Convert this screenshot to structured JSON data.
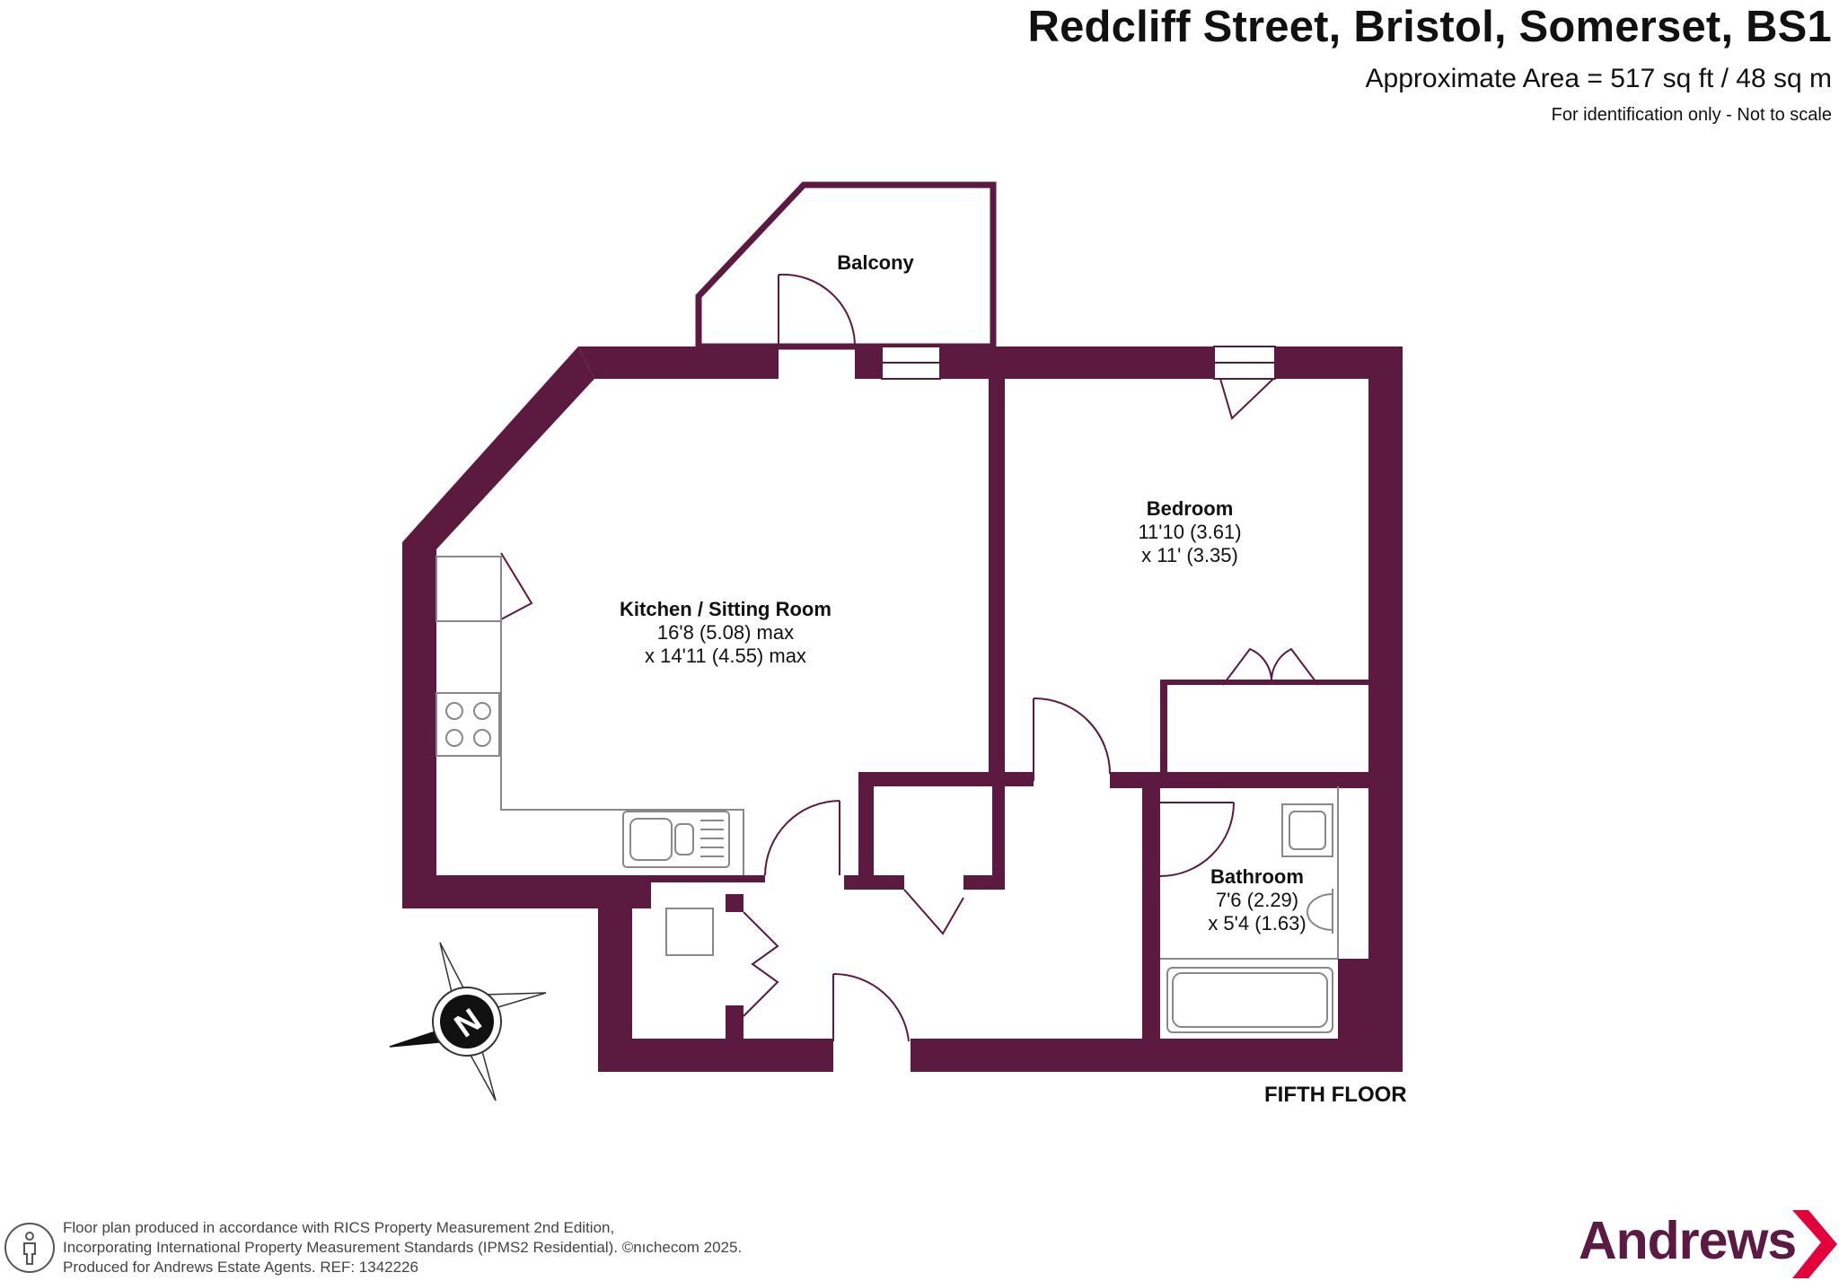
{
  "header": {
    "title": "Redcliff Street, Bristol, Somerset, BS1",
    "area": "Approximate Area = 517 sq ft / 48 sq m",
    "scale_note": "For identification only - Not to scale"
  },
  "colors": {
    "wall": "#5c1a40",
    "fixture_line": "#888888",
    "brand": "#5a1a42",
    "brand_accent": "#e4003b"
  },
  "rooms": {
    "balcony": {
      "name": "Balcony"
    },
    "kitchen": {
      "name": "Kitchen / Sitting Room",
      "dim1": "16'8 (5.08) max",
      "dim2": "x 14'11 (4.55) max"
    },
    "bedroom": {
      "name": "Bedroom",
      "dim1": "11'10 (3.61)",
      "dim2": "x 11' (3.35)"
    },
    "bathroom": {
      "name": "Bathroom",
      "dim1": "7'6 (2.29)",
      "dim2": "x 5'4 (1.63)"
    }
  },
  "compass": {
    "letter": "N",
    "icon": "compass-icon"
  },
  "floor_label": "FIFTH FLOOR",
  "footer": {
    "line1": "Floor plan produced in accordance with RICS Property Measurement 2nd Edition,",
    "line2": "Incorporating International Property Measurement Standards (IPMS2 Residential).   ©nıchecom 2025.",
    "line3": "Produced for Andrews Estate Agents.   REF: 1342226",
    "icon": "person-icon"
  },
  "brand": {
    "name": "Andrews",
    "icon": "chevron-logo-icon"
  }
}
